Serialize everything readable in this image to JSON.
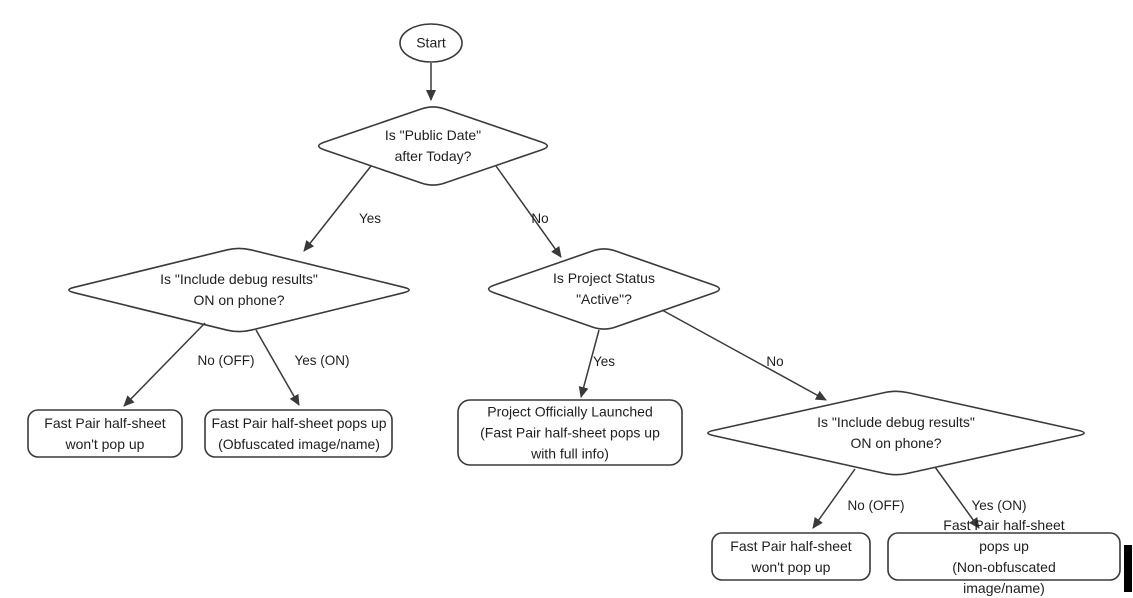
{
  "colors": {
    "stroke": "#3a3a3a",
    "text": "#1e1e1e",
    "fill": "#ffffff"
  },
  "nodes": {
    "start": {
      "label": "Start"
    },
    "public_date": {
      "label": "Is \"Public Date\"\nafter Today?"
    },
    "debug_left": {
      "label": "Is \"Include debug results\"\nON on phone?"
    },
    "project_status": {
      "label": "Is Project Status\n\"Active\"?"
    },
    "debug_right": {
      "label": "Is \"Include debug results\"\nON on phone?"
    },
    "no_popup_left": {
      "label": "Fast Pair half-sheet\nwon't pop up"
    },
    "obfuscated": {
      "label": "Fast Pair half-sheet pops up\n(Obfuscated image/name)"
    },
    "launched": {
      "label": "Project Officially Launched\n(Fast Pair half-sheet pops up\nwith full info)"
    },
    "no_popup_right": {
      "label": "Fast Pair half-sheet\nwon't pop up"
    },
    "non_obfuscated": {
      "label": "Fast Pair half-sheet pops up\n(Non-obfuscated image/name)"
    }
  },
  "edges": {
    "yes": "Yes",
    "no": "No",
    "no_off": "No (OFF)",
    "yes_on": "Yes (ON)"
  }
}
